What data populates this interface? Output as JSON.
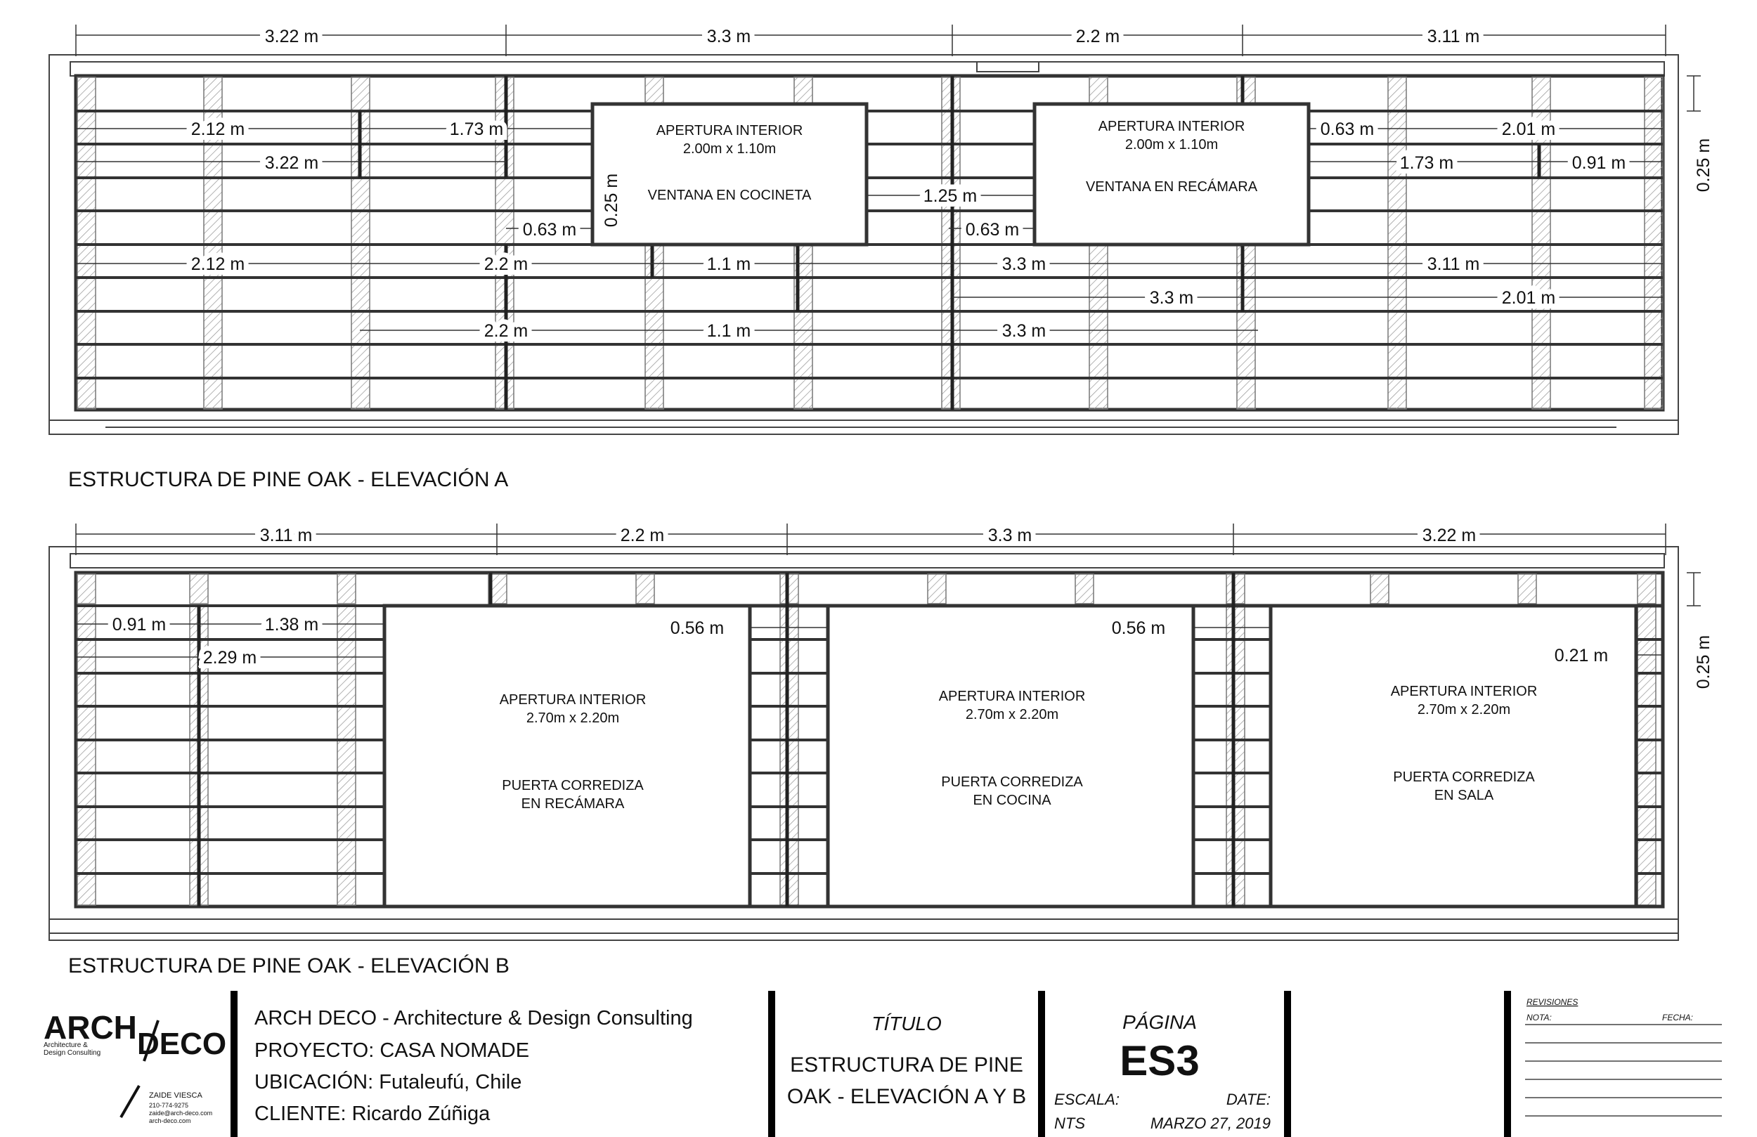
{
  "elevation_a": {
    "caption": "ESTRUCTURA DE PINE OAK - ELEVACIÓN A",
    "top_dims": [
      "3.22 m",
      "3.3 m",
      "2.2 m",
      "3.11 m"
    ],
    "side_dim": "0.25 m",
    "inner_dims": [
      "2.12 m",
      "1.73 m",
      "3.22 m",
      "0.63 m",
      "0.25 m",
      "1.25 m",
      "0.63 m",
      "0.63 m",
      "2.01 m",
      "1.73 m",
      "0.91 m",
      "2.12 m",
      "2.2 m",
      "1.1 m",
      "3.3 m",
      "3.11 m",
      "3.3 m",
      "2.01 m",
      "2.2 m",
      "1.1 m",
      "3.3 m"
    ],
    "opening_1": {
      "title": "APERTURA INTERIOR",
      "size": "2.00m x 1.10m",
      "name": "VENTANA EN COCINETA"
    },
    "opening_2": {
      "title": "APERTURA INTERIOR",
      "size": "2.00m x 1.10m",
      "name": "VENTANA EN RECÁMARA"
    }
  },
  "elevation_b": {
    "caption": "ESTRUCTURA DE PINE OAK - ELEVACIÓN B",
    "top_dims": [
      "3.11 m",
      "2.2 m",
      "3.3 m",
      "3.22 m"
    ],
    "side_dim": "0.25 m",
    "inner_dims": [
      "0.91 m",
      "1.38 m",
      "2.29 m",
      "0.56 m",
      "0.56 m",
      "0.21 m"
    ],
    "door_1": {
      "title": "APERTURA INTERIOR",
      "size": "2.70m x 2.20m",
      "name1": "PUERTA CORREDIZA",
      "name2": "EN RECÁMARA"
    },
    "door_2": {
      "title": "APERTURA INTERIOR",
      "size": "2.70m x 2.20m",
      "name1": "PUERTA CORREDIZA",
      "name2": "EN COCINA"
    },
    "door_3": {
      "title": "APERTURA INTERIOR",
      "size": "2.70m x 2.20m",
      "name1": "PUERTA CORREDIZA",
      "name2": "EN SALA"
    }
  },
  "titleblock": {
    "logo_top": "ARCH",
    "logo_bottom": "DECO",
    "logo_sub1": "Architecture &",
    "logo_sub2": "Design Consulting",
    "contact_name": "ZAIDE VIESCA",
    "contact_phone": "210-774-9275",
    "contact_email": "zaide@arch-deco.com",
    "contact_web": "arch-deco.com",
    "firm": "ARCH DECO - Architecture & Design Consulting",
    "project": "PROYECTO: CASA NOMADE",
    "location": "UBICACIÓN: Futaleufú, Chile",
    "client": "CLIENTE: Ricardo Zúñiga",
    "title_label": "TÍTULO",
    "title_line1": "ESTRUCTURA DE PINE",
    "title_line2": "OAK - ELEVACIÓN A Y B",
    "page_label": "PÁGINA",
    "page_number": "ES3",
    "scale_label": "ESCALA:",
    "scale_value": "NTS",
    "date_label": "DATE:",
    "date_value": "MARZO 27, 2019",
    "revisions_label": "REVISIONES",
    "note_label": "NOTA:",
    "date_col_label": "FECHA:"
  },
  "colors": {
    "line": "#222222",
    "hatch": "#888888",
    "text": "#111111"
  }
}
